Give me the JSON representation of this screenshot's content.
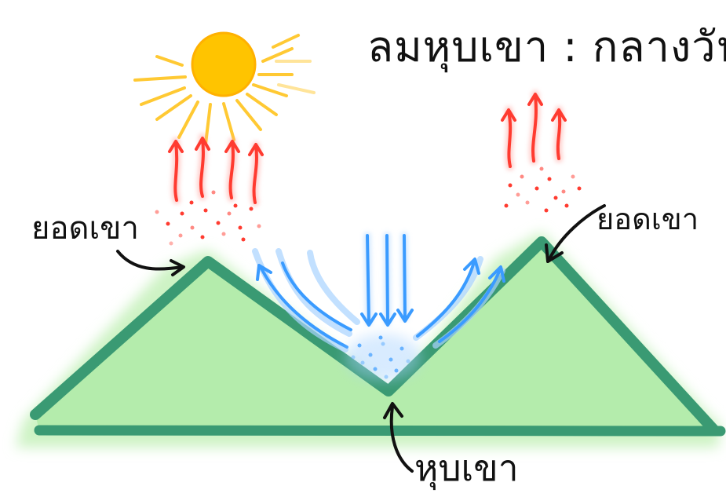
{
  "title": "ลมหุบเขา : กลางวัน",
  "labels": {
    "peak_left": "ยอดเขา",
    "peak_right": "ยอดเขา",
    "valley": "หุบเขา"
  },
  "colors": {
    "mountain_fill": "#b4ecac",
    "mountain_glow": "#cdf3c4",
    "mountain_outline": "#3a9a73",
    "sun": "#ffc400",
    "sun_rays": "#ffc933",
    "warm_air": "#ff3b30",
    "cool_air": "#3a9bff",
    "cool_air_faded": "#a9d3ff",
    "ink": "#111111"
  },
  "icons": [
    "sun-icon",
    "warm-air-arrows",
    "cool-air-arrows",
    "pointer-arrows"
  ]
}
